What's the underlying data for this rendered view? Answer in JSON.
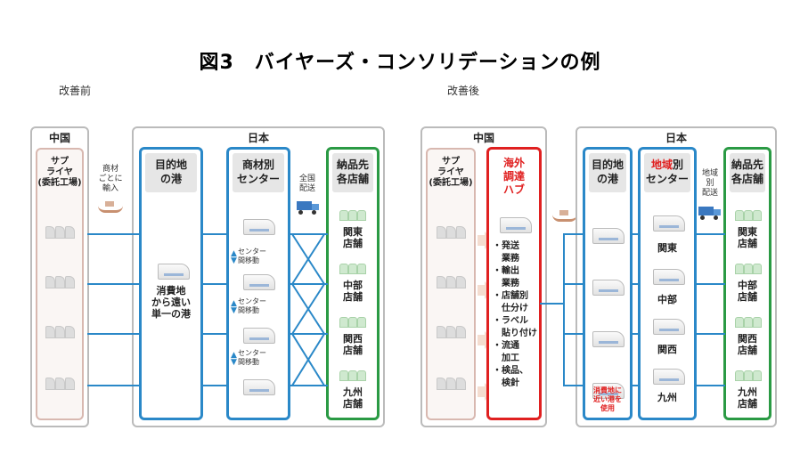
{
  "title": "図3　バイヤーズ・コンソリデーションの例",
  "before": {
    "tag": "改善前",
    "china_label": "中国",
    "japan_label": "日本",
    "supplier": "サプ\nライヤ\n(委託工場)",
    "ship_note": "商材\nごとに\n輸入",
    "port_header": "目的地\nの港",
    "port_body": "消費地\nから遠い\n単一の港",
    "center_header": "商材別\nセンター",
    "transfer_note": "センター\n間移動",
    "nationwide_note": "全国\n配送",
    "store_header": "納品先\n各店舗",
    "stores": [
      "関東\n店舗",
      "中部\n店舗",
      "関西\n店舗",
      "九州\n店舗"
    ]
  },
  "after": {
    "tag": "改善後",
    "china_label": "中国",
    "japan_label": "日本",
    "supplier": "サプ\nライヤ\n(委託工場)",
    "hub_header": "海外\n調達\nハブ",
    "hub_tasks": "・発送\n　業務\n・輸出\n　業務\n・店舗別\n　仕分け\n・ラベル\n　貼り付け\n・流通\n　加工\n・検品、\n　検針",
    "port_header": "目的地\nの港",
    "port_note": "消費地に\n近い港を\n使用",
    "center_header_red": "地域",
    "center_header_rest": "別\nセンター",
    "centers": [
      "関東",
      "中部",
      "関西",
      "九州"
    ],
    "regional_note": "地域\n別\n配送",
    "store_header": "納品先\n各店舗",
    "stores": [
      "関東\n店舗",
      "中部\n店舗",
      "関西\n店舗",
      "九州\n店舗"
    ]
  },
  "colors": {
    "port_blue": "#2a88c8",
    "store_green": "#2a9a44",
    "hub_red": "#e02020"
  }
}
